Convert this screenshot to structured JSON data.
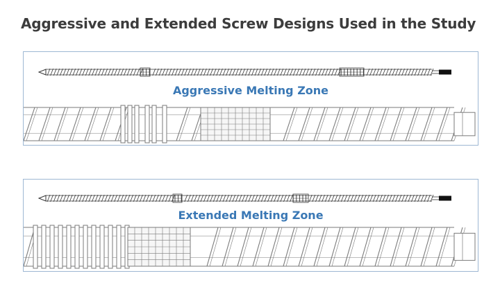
{
  "header": {
    "title": "Aggressive and Extended Screw Designs Used in the Study"
  },
  "panels": [
    {
      "label": "Aggressive Melting Zone",
      "variant": "aggressive"
    },
    {
      "label": "Extended Melting Zone",
      "variant": "extended"
    }
  ],
  "colors": {
    "title": "#3c3c3c",
    "label": "#3a78b5",
    "border": "#9db7d3",
    "screw_line": "#7a7a7a",
    "screw_dark": "#333333",
    "tip": "#111111"
  }
}
